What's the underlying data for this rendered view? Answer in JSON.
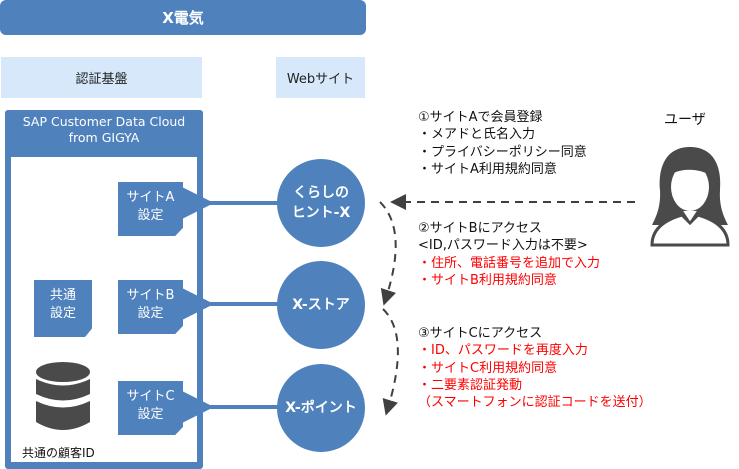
{
  "header": {
    "title": "X電気"
  },
  "columns": {
    "auth": "認証基盤",
    "web": "Webサイト"
  },
  "platform": {
    "title_line1": "SAP Customer Data Cloud",
    "title_line2": "from GIGYA",
    "site_a": [
      "サイトA",
      "設定"
    ],
    "site_b": [
      "サイトB",
      "設定"
    ],
    "site_c": [
      "サイトC",
      "設定"
    ],
    "common": [
      "共通",
      "設定"
    ],
    "db_label": "共通の顧客ID"
  },
  "sites": [
    {
      "line1": "くらしの",
      "line2": "ヒント-X"
    },
    {
      "line1": "X-ストア"
    },
    {
      "line1": "X-ポイント"
    }
  ],
  "user": {
    "label": "ユーザ"
  },
  "steps": {
    "step1": {
      "title": "①サイトAで会員登録",
      "items": [
        "・メアドと氏名入力",
        "・プライバシーポリシー同意",
        "・サイトA利用規約同意"
      ]
    },
    "step2": {
      "title": "②サイトBにアクセス",
      "note": "<ID,パスワード入力は不要>",
      "items": [
        "・住所、電話番号を追加で入力",
        "・サイトB利用規約同意"
      ]
    },
    "step3": {
      "title": "③サイトCにアクセス",
      "items": [
        "・ID、パスワードを再度入力",
        "・サイトC利用規約同意",
        "・二要素認証発動",
        "（スマートフォンに認証コードを送付）"
      ]
    }
  },
  "colors": {
    "blue": "#4f81bd",
    "light": "#d6e8fa",
    "red": "#ff0000"
  }
}
